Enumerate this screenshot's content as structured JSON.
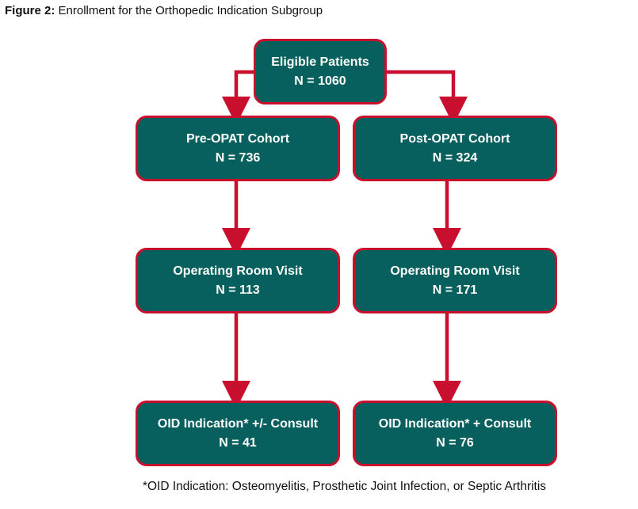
{
  "caption": {
    "label": "Figure 2:",
    "text": " Enrollment for the Orthopedic Indication Subgroup"
  },
  "nodes": {
    "eligible": {
      "title": "Eligible Patients",
      "count": "N = 1060"
    },
    "pre_opat": {
      "title": "Pre-OPAT Cohort",
      "count": "N = 736"
    },
    "post_opat": {
      "title": "Post-OPAT Cohort",
      "count": "N = 324"
    },
    "or_pre": {
      "title": "Operating Room Visit",
      "count": "N = 113"
    },
    "or_post": {
      "title": "Operating Room Visit",
      "count": "N = 171"
    },
    "oid_pre": {
      "title": "OID Indication* +/- Consult",
      "count": "N = 41"
    },
    "oid_post": {
      "title": "OID Indication* + Consult",
      "count": "N = 76"
    }
  },
  "footnote": "*OID Indication: Osteomyelitis, Prosthetic Joint Infection, or Septic Arthritis",
  "colors": {
    "box_fill": "#07605e",
    "box_border": "#c8102e",
    "arrow": "#c8102e",
    "box_text": "#ffffff"
  }
}
